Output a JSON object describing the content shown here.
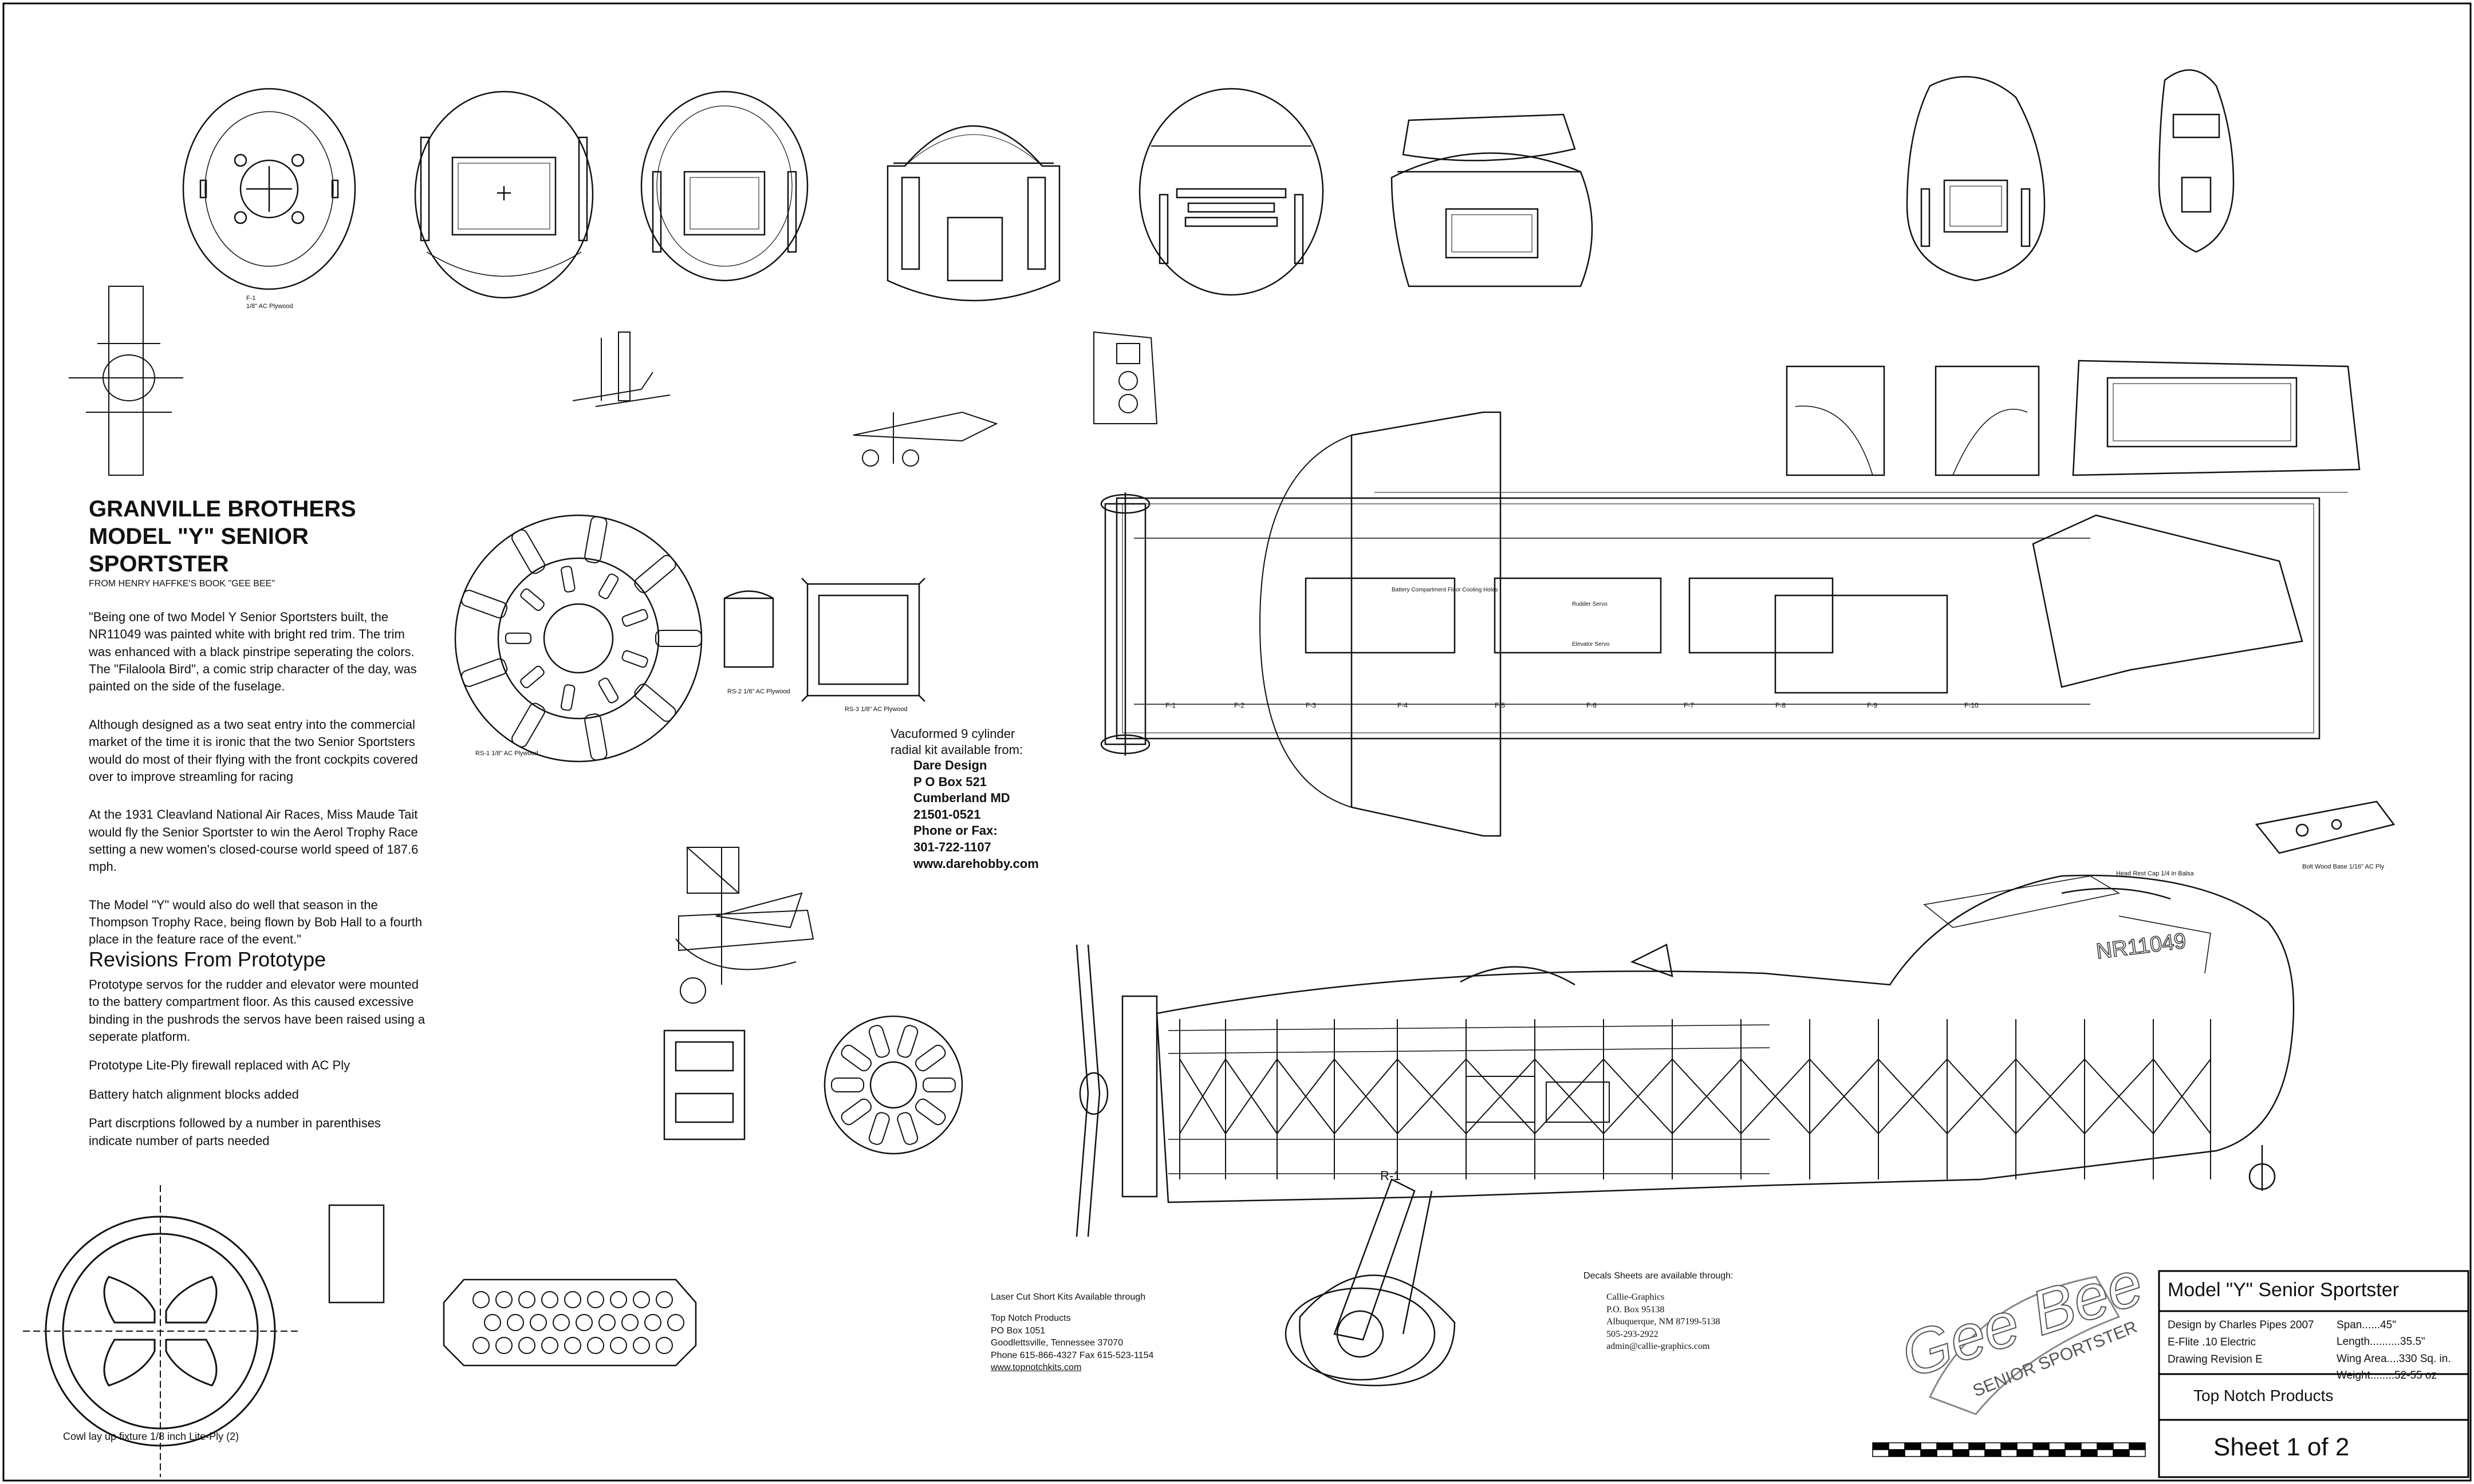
{
  "header": {
    "title": "GRANVILLE BROTHERS\nMODEL \"Y\" SENIOR\nSPORTSTER",
    "source": "FROM  HENRY HAFFKE'S BOOK \"GEE BEE\""
  },
  "history": [
    "\"Being one of two Model Y Senior Sportsters built, the NR11049 was painted white with bright red trim.  The trim was enhanced with a black pinstripe seperating the colors. The \"Filaloola Bird\", a comic strip character of the day, was painted on the  side of the fuselage.",
    "Although designed as a two seat entry into the commercial market of the time it is ironic that the two Senior Sportsters would do most of their flying with the front cockpits covered over to improve streamling for racing",
    "At the 1931 Cleavland National Air Races,  Miss Maude Tait would fly the Senior Sportster to win the Aerol Trophy Race setting a new women's closed-course world speed of 187.6 mph.",
    "The Model \"Y\" would also do well that season in the Thompson Trophy Race,  being flown by Bob Hall to a fourth place in the feature race of the event.\""
  ],
  "revisions": {
    "title": "Revisions From Prototype",
    "items": [
      "Prototype servos for the rudder and elevator were mounted to the battery compartment floor.  As this caused excessive binding in the pushrods the servos have been raised using a seperate platform.",
      "Prototype Lite-Ply firewall replaced with AC Ply",
      "Battery hatch alignment blocks added",
      "Part discrptions  followed by a number in parenthises indicate number of parts needed"
    ]
  },
  "dare": {
    "intro": "Vacuformed 9 cylinder\nradial kit available from:",
    "contact": "Dare Design\nP O Box 521\nCumberland MD\n21501-0521\nPhone or Fax:\n301-722-1107\nwww.darehobby.com"
  },
  "suppliers": {
    "top_notch": {
      "heading": "Laser Cut Short Kits Available through",
      "lines": "Top Notch Products\nPO Box 1051\nGoodlettsville, Tennessee 37070\nPhone 615-866-4327 Fax 615-523-1154",
      "url": "www.topnotchkits.com"
    },
    "callie": {
      "heading": "Decals Sheets are available through:",
      "lines": "Callie-Graphics\nP.O. Box 95138\nAlbuquerque, NM  87199-5138\n505-293-2922\nadmin@callie-graphics.com"
    }
  },
  "title_block": {
    "title": "Model \"Y\" Senior Sportster",
    "designer": "Design by Charles Pipes 2007",
    "power": "E-Flite .10 Electric",
    "revision": "Drawing Revision E",
    "specs": [
      {
        "label": "Span",
        "value": "45\""
      },
      {
        "label": "Length",
        "value": "35.5\""
      },
      {
        "label": "Wing Area",
        "value": "330 Sq. in."
      },
      {
        "label": "Weight",
        "value": "52-55 oz"
      }
    ],
    "company": "Top Notch Products",
    "sheet": "Sheet 1 of 2",
    "logo_text": "Gee Bee",
    "logo_sub": "SENIOR SPORTSTER"
  },
  "labels": {
    "cowl_fixture": "Cowl lay up fixture 1/8 inch Lite-Ply (2)",
    "former_f1": "F-1\n1/8\" AC Plywood",
    "rs1": "RS-1  1/8\" AC Plywood",
    "rs2": "RS-2  1/8\" AC Plywood",
    "rs3": "RS-3  1/8\" AC Plywood",
    "head_rest": "Head Rest Cap 1/4 in Balsa",
    "tail_wheel": "Bolt Wood Base 1/16\" AC Ply",
    "fuselage_reg": "NR11049",
    "former_tags": [
      "F-1",
      "F-2",
      "F-3",
      "F-4",
      "F-5",
      "F-6",
      "F-7",
      "F-8",
      "F-9",
      "F-10"
    ],
    "bay_note": "Battery Compartment Floor Cooling Holes",
    "rudder_servo": "Rudder Servo",
    "elevator_servo": "Elevator Servo",
    "fin_label": "R-1"
  }
}
